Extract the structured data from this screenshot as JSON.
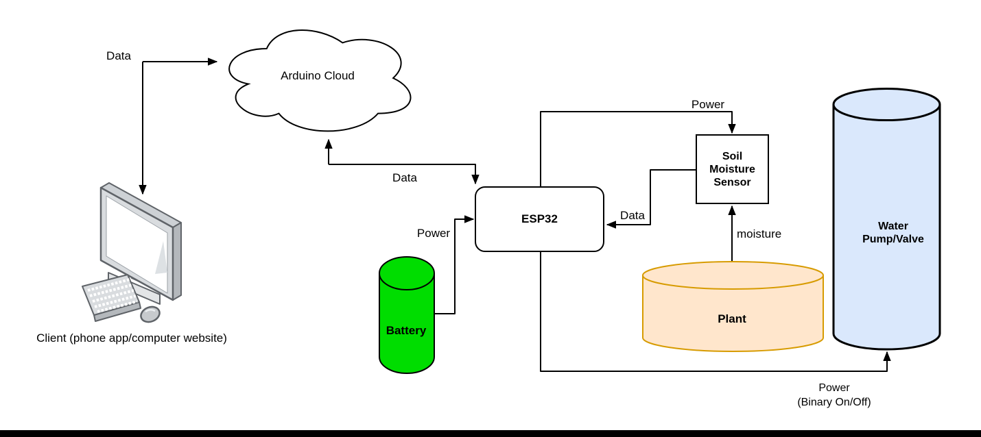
{
  "diagram": {
    "title": "Plant watering IoT system diagram",
    "nodes": {
      "cloud": {
        "label": "Arduino Cloud"
      },
      "client": {
        "label": "Client (phone app/computer website)"
      },
      "esp32": {
        "label": "ESP32"
      },
      "battery": {
        "label": "Battery"
      },
      "sensor": {
        "label": "Soil Moisture Sensor",
        "lines": [
          "Soil",
          "Moisture",
          "Sensor"
        ]
      },
      "plant": {
        "label": "Plant"
      },
      "pump": {
        "label": "Water Pump/Valve",
        "lines": [
          "Water",
          "Pump/Valve"
        ]
      }
    },
    "edges": {
      "client_cloud": {
        "label": "Data"
      },
      "cloud_esp32": {
        "label": "Data"
      },
      "battery_esp32": {
        "label": "Power"
      },
      "esp32_sensor": {
        "label": "Power"
      },
      "sensor_esp32": {
        "label": "Data"
      },
      "plant_sensor": {
        "label": "moisture"
      },
      "esp32_pump": {
        "label": "Power",
        "label2": "(Binary On/Off)"
      }
    },
    "colors": {
      "battery_fill": "#00dd00",
      "plant_fill": "#ffe6cc",
      "plant_stroke": "#d79b00",
      "pump_fill": "#dae8fc",
      "shape_stroke": "#000000",
      "connector": "#000000"
    }
  }
}
